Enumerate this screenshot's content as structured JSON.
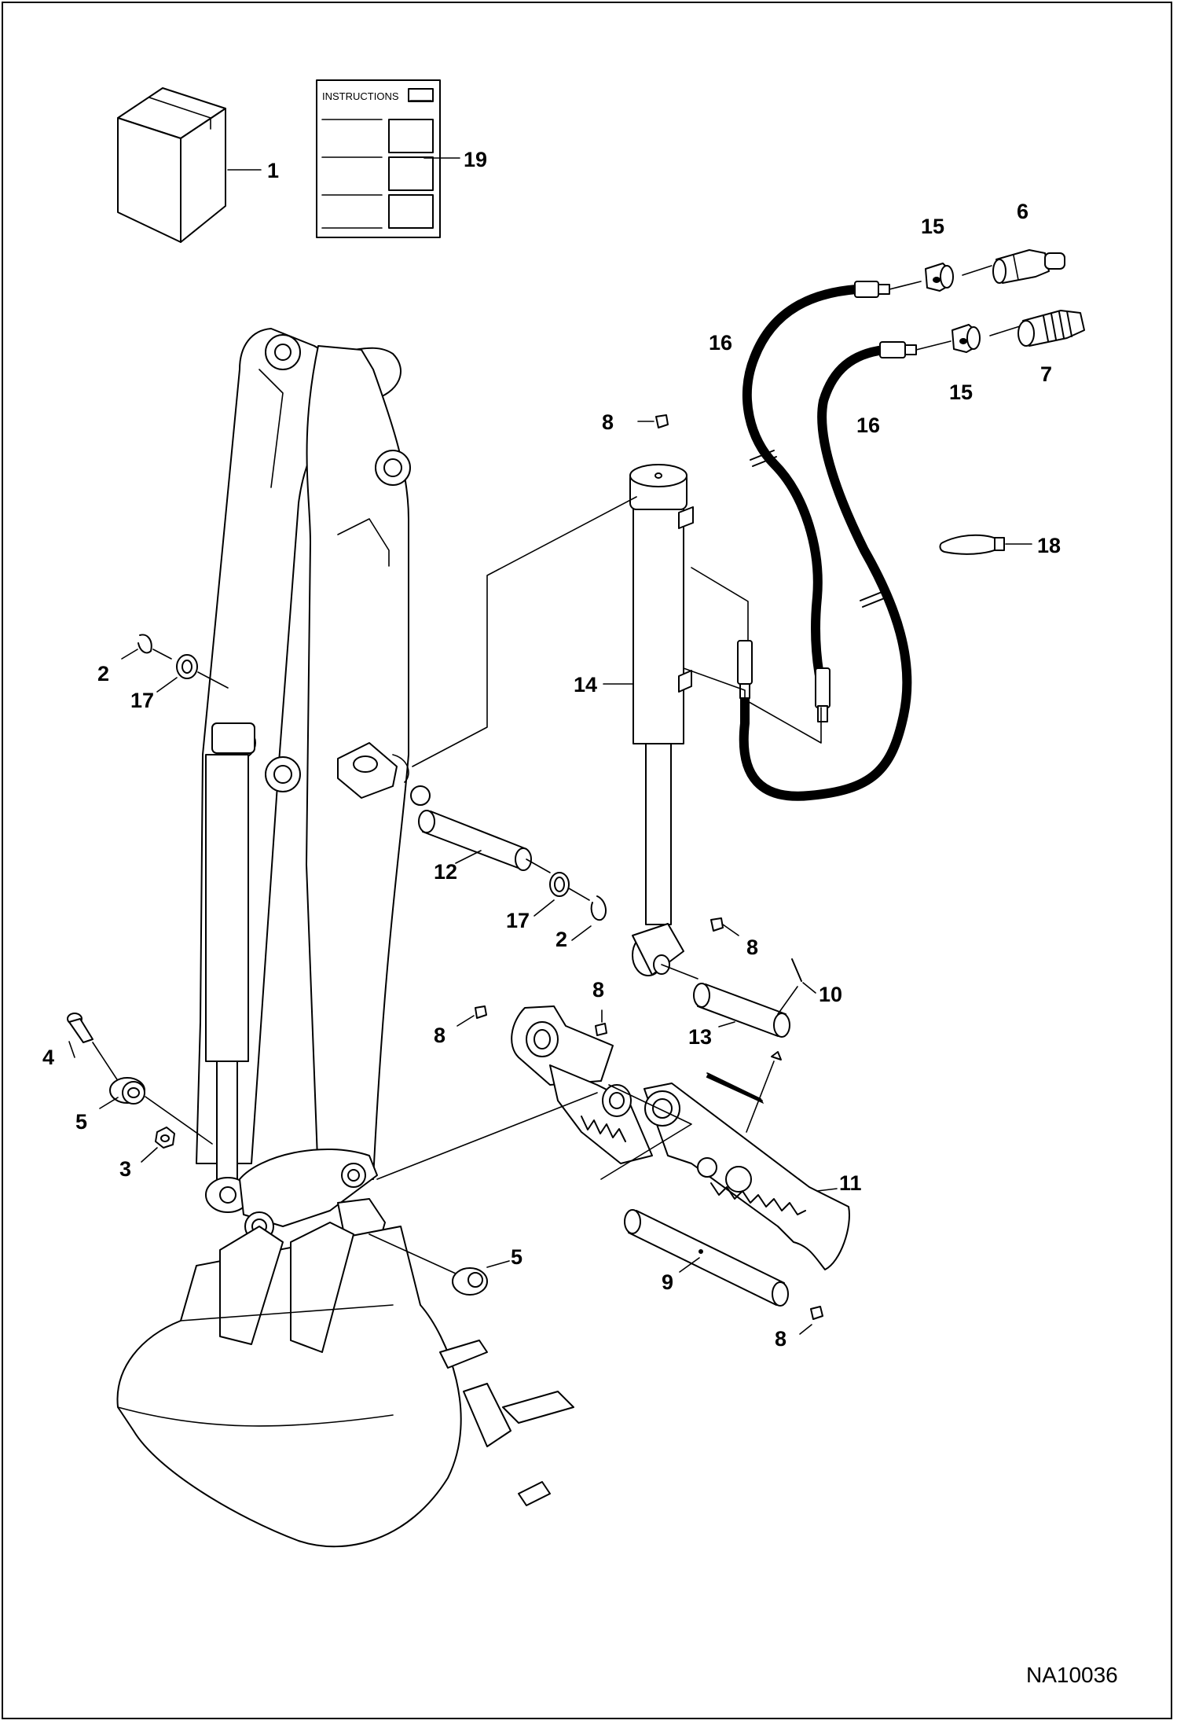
{
  "booklet": {
    "heading": "INSTRUCTIONS"
  },
  "callouts": [
    {
      "id": "c1",
      "text": "1"
    },
    {
      "id": "c19",
      "text": "19"
    },
    {
      "id": "c15a",
      "text": "15"
    },
    {
      "id": "c6",
      "text": "6"
    },
    {
      "id": "c16a",
      "text": "16"
    },
    {
      "id": "c7",
      "text": "7"
    },
    {
      "id": "c15b",
      "text": "15"
    },
    {
      "id": "c16b",
      "text": "16"
    },
    {
      "id": "c8a",
      "text": "8"
    },
    {
      "id": "c18",
      "text": "18"
    },
    {
      "id": "c2a",
      "text": "2"
    },
    {
      "id": "c17a",
      "text": "17"
    },
    {
      "id": "c14",
      "text": "14"
    },
    {
      "id": "c12",
      "text": "12"
    },
    {
      "id": "c17b",
      "text": "17"
    },
    {
      "id": "c2b",
      "text": "2"
    },
    {
      "id": "c8b",
      "text": "8"
    },
    {
      "id": "c10",
      "text": "10"
    },
    {
      "id": "c8c",
      "text": "8"
    },
    {
      "id": "c13",
      "text": "13"
    },
    {
      "id": "c8d",
      "text": "8"
    },
    {
      "id": "c4",
      "text": "4"
    },
    {
      "id": "c5a",
      "text": "5"
    },
    {
      "id": "c3",
      "text": "3"
    },
    {
      "id": "c11",
      "text": "11"
    },
    {
      "id": "c5b",
      "text": "5"
    },
    {
      "id": "c9",
      "text": "9"
    },
    {
      "id": "c8e",
      "text": "8"
    }
  ],
  "figure_id": "NA10036"
}
